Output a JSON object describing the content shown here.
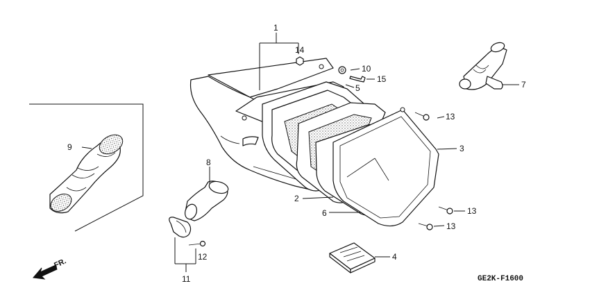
{
  "callouts": {
    "c1": "1",
    "c2": "2",
    "c3": "3",
    "c4": "4",
    "c5": "5",
    "c6": "6",
    "c7": "7",
    "c8": "8",
    "c9": "9",
    "c10": "10",
    "c11": "11",
    "c12": "12",
    "c13a": "13",
    "c13b": "13",
    "c13c": "13",
    "c14": "14",
    "c15": "15"
  },
  "front_marker": "FR.",
  "diagram_code": "GE2K-F1600"
}
